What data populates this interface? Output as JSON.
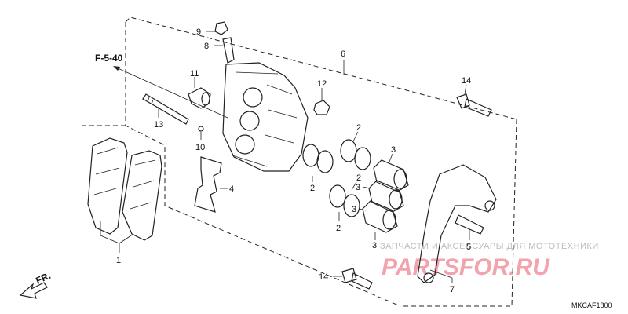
{
  "diagram": {
    "reference": "F-5-40",
    "direction": "FR.",
    "code": "MKCAF1800",
    "labels": {
      "l1": "1",
      "l2a": "2",
      "l2b": "2",
      "l2c": "2",
      "l2d": "2",
      "l3a": "3",
      "l3b": "3",
      "l3c": "3",
      "l3d": "3",
      "l4": "4",
      "l5": "5",
      "l6": "6",
      "l7": "7",
      "l8": "8",
      "l9": "9",
      "l10": "10",
      "l11": "11",
      "l12": "12",
      "l13": "13",
      "l14a": "14",
      "l14b": "14"
    }
  },
  "watermark": {
    "tagline": "ЗАПЧАСТИ И АКСЕССУАРЫ ДЛЯ МОТОТЕХНИКИ",
    "brand": "PARTSFOR.RU"
  }
}
